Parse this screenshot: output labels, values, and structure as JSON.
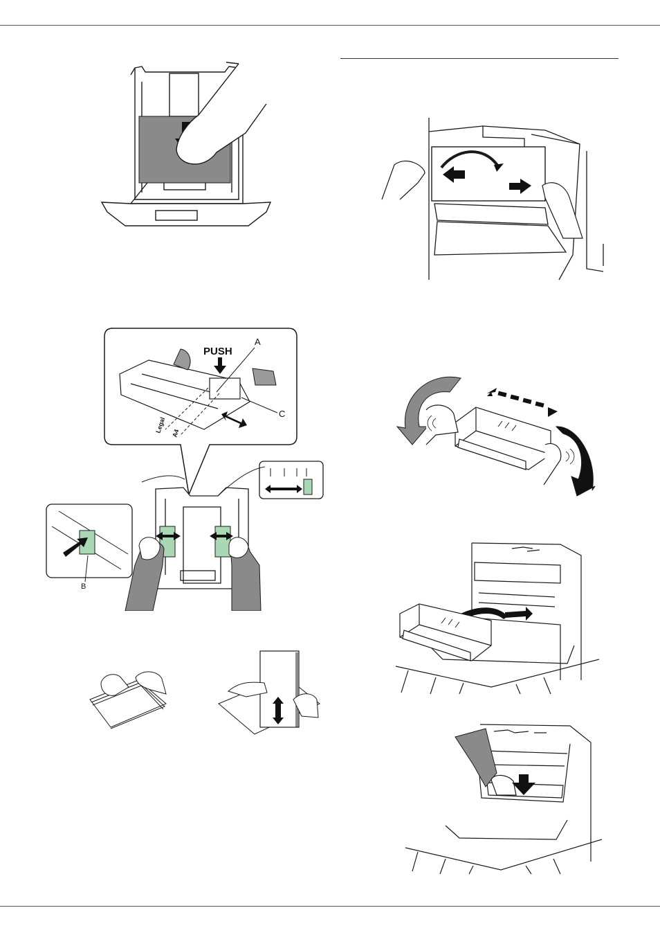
{
  "figures": {
    "tray_detail": {
      "push_label": "PUSH",
      "callout_a": "A",
      "callout_c": "C",
      "callout_b": "B",
      "legal_label": "Legal",
      "a4_label": "A4"
    }
  },
  "colors": {
    "line": "#1a1a1a",
    "gray_fill": "#8a8a8a",
    "light_gray": "#c9c9c9",
    "green_fill": "#a9d9b4",
    "rule": "#555555"
  }
}
